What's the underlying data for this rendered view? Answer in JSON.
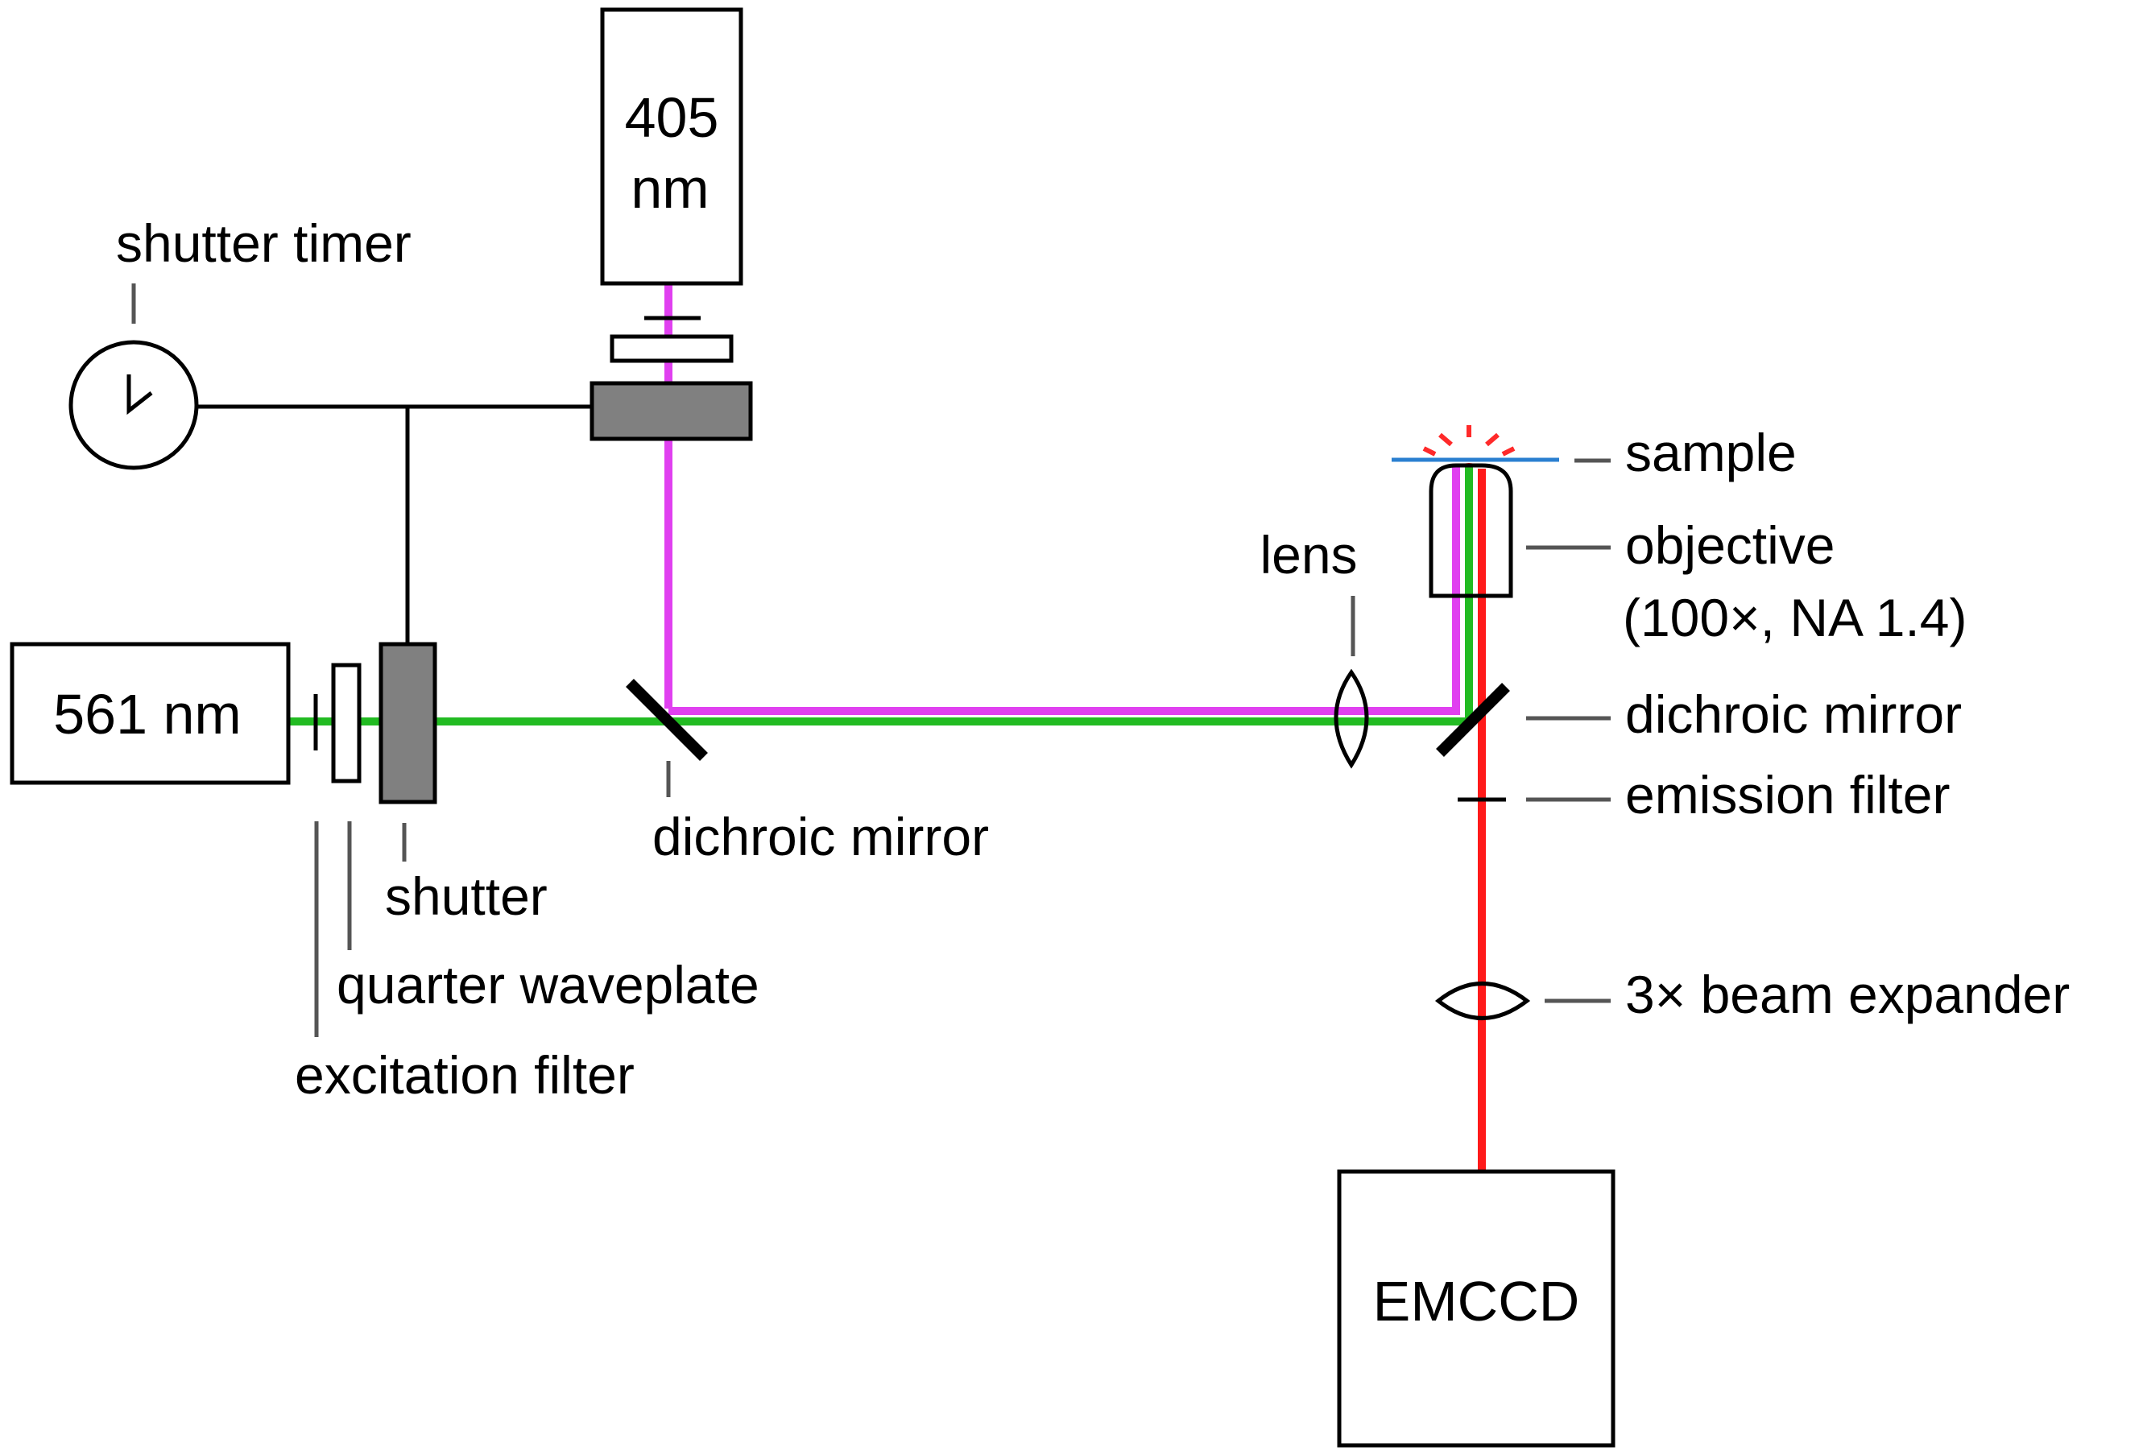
{
  "colors": {
    "beam_561": "#22bb22",
    "beam_405": "#e040f0",
    "beam_emission": "#ff1a1a",
    "sample_line": "#2a7fd0",
    "sample_spark": "#ff2a2a",
    "shutter_fill": "#808080"
  },
  "components": {
    "laser_405": {
      "line1": "405",
      "line2": "nm"
    },
    "laser_561": {
      "label": "561 nm"
    },
    "camera": {
      "label": "EMCCD"
    }
  },
  "labels": {
    "shutter_timer": "shutter timer",
    "dichroic_mirror_1": "dichroic mirror",
    "shutter": "shutter",
    "quarter_waveplate": "quarter waveplate",
    "excitation_filter": "excitation filter",
    "lens": "lens",
    "sample": "sample",
    "objective_line1": "objective",
    "objective_line2": "(100×, NA 1.4)",
    "dichroic_mirror_2": "dichroic mirror",
    "emission_filter": "emission filter",
    "beam_expander": "3× beam expander"
  },
  "icons": {
    "timer": "clock-icon",
    "mirror": "dichroic-mirror-icon",
    "lens": "biconvex-lens-icon",
    "objective": "objective-icon"
  }
}
